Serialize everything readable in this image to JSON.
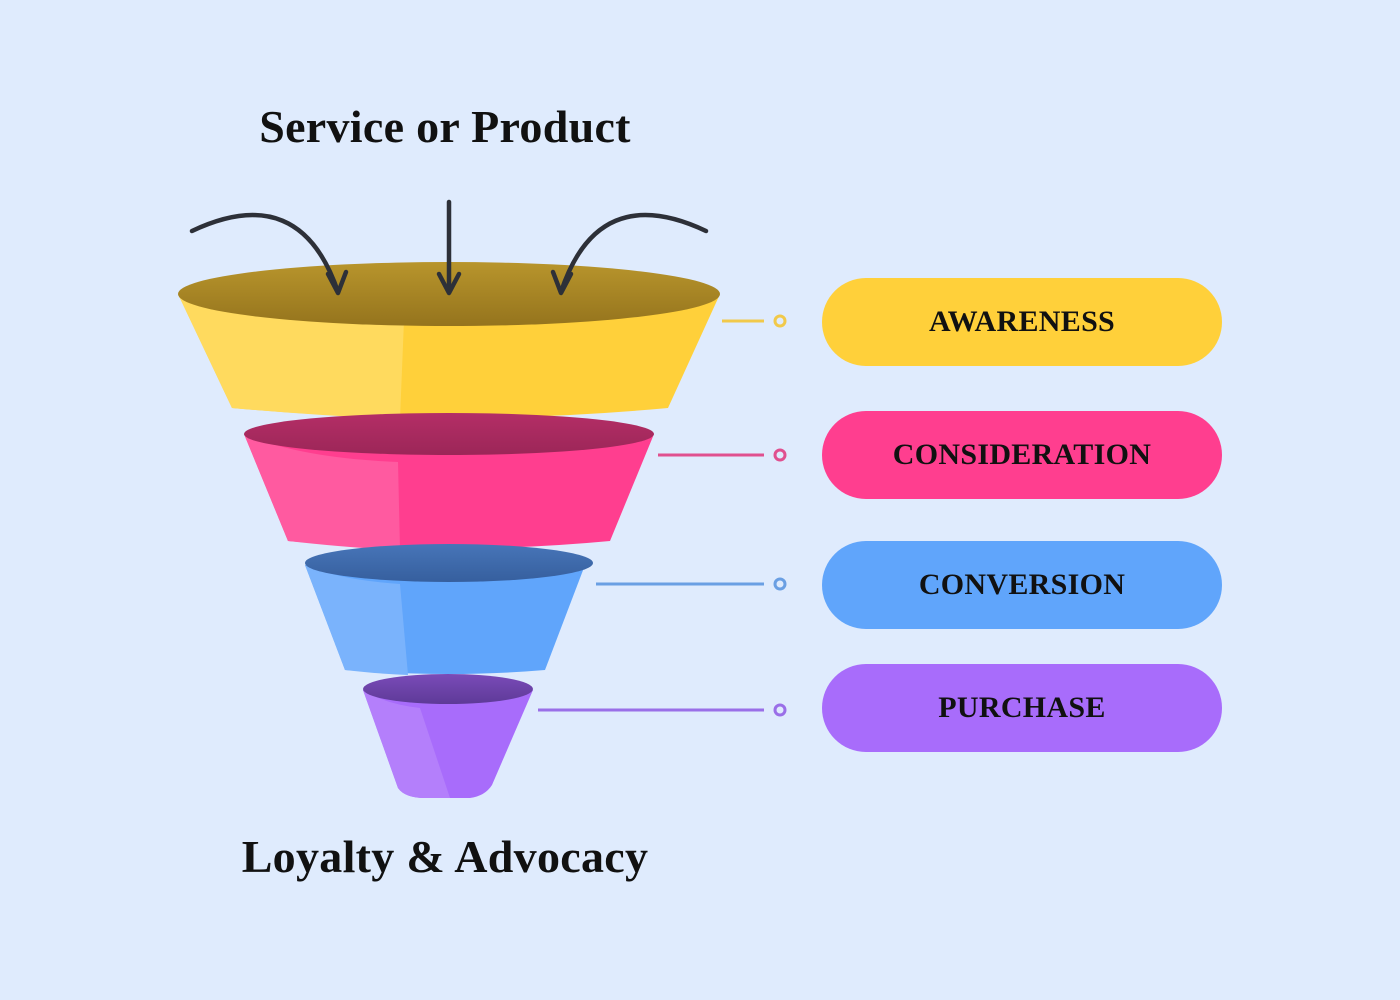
{
  "top_label": "Service or Product",
  "bottom_label": "Loyalty & Advocacy",
  "stages": [
    {
      "label": "AWARENESS",
      "color": "#ffd03a",
      "light": "#ffd95c",
      "rim": "#a8862a",
      "line": "#f1c94a"
    },
    {
      "label": "CONSIDERATION",
      "color": "#ff3e8f",
      "light": "#ff5aa0",
      "rim": "#a9285f",
      "line": "#e0508f"
    },
    {
      "label": "CONVERSION",
      "color": "#60a5fb",
      "light": "#7ab3fc",
      "rim": "#3e69aa",
      "line": "#6a9fe3"
    },
    {
      "label": "PURCHASE",
      "color": "#a86cfb",
      "light": "#b47ffb",
      "rim": "#6a43a8",
      "line": "#9a6fe8"
    }
  ],
  "arrows": [
    "arrow-left-curved",
    "arrow-down",
    "arrow-right-curved"
  ]
}
